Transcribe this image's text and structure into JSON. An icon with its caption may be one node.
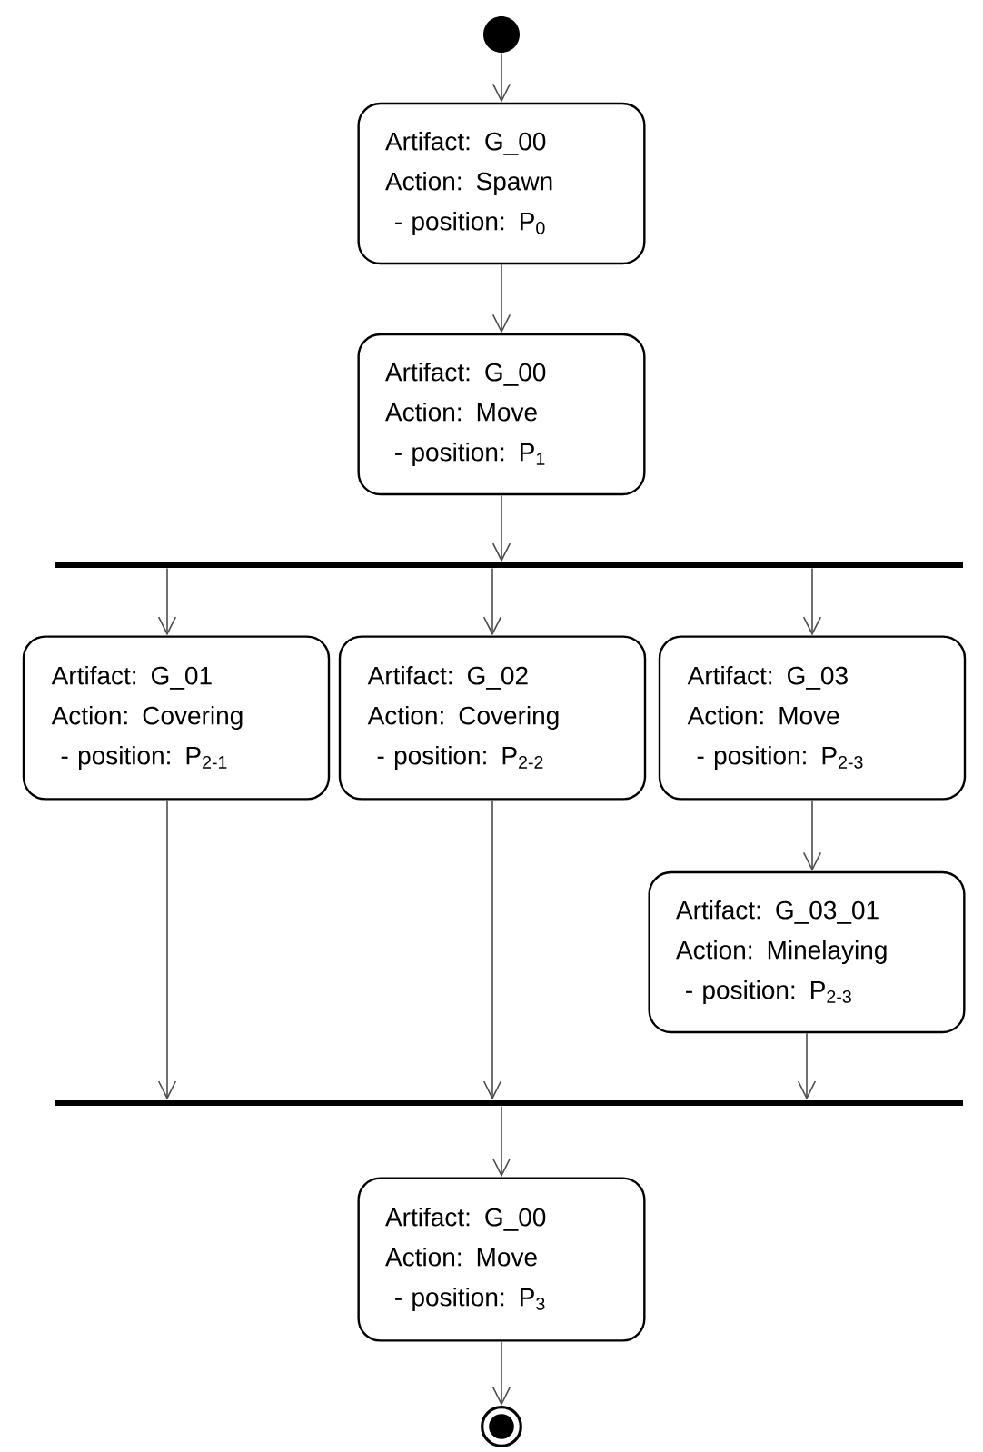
{
  "diagram": {
    "nodes": [
      {
        "text": [],
        "shape": "circle"
      },
      {
        "text": [
          "Artifact: G_00",
          "Action: Spawn",
          "- position: P$_{0}$"
        ]
      },
      {
        "text": [
          "Artifact: G_00",
          "Action: Move",
          "- position: P$_{1}$"
        ]
      },
      {
        "text": [],
        "shape": "bar"
      },
      {
        "text": [
          "Artifact: G_01",
          "Action: Covering",
          "- position: P$_{2-1}$"
        ]
      },
      {
        "text": [
          "Artifact: G_02",
          "Action: Covering",
          "- position: P$_{2-2}$"
        ]
      },
      {
        "text": [
          "Artifact: G_03",
          "Action: Move",
          "- position: P$_{2-3}$"
        ]
      },
      {
        "text": [
          "Artifact: G_03_01",
          "Action: Minelaying",
          "- position: P$_{2-3}$"
        ]
      },
      {
        "text": [],
        "shape": "bar"
      },
      {
        "text": [
          "Artifact: G_00",
          "Action: Move",
          "- position: P$_{3}$"
        ]
      },
      {
        "text": [],
        "shape": "circle"
      }
    ],
    "edges": [
      {
        "from": 0,
        "to": 1,
        "arrow": "to"
      },
      {
        "from": 1,
        "to": 2,
        "arrow": "to"
      },
      {
        "from": 2,
        "to": 3,
        "arrow": "to"
      },
      {
        "from": 3,
        "to": 4,
        "arrow": "to"
      },
      {
        "from": 3,
        "to": 5,
        "arrow": "to"
      },
      {
        "from": 3,
        "to": 6,
        "arrow": "to"
      },
      {
        "from": 6,
        "to": 7,
        "arrow": "to"
      },
      {
        "from": 4,
        "to": 8,
        "arrow": "to"
      },
      {
        "from": 5,
        "to": 8,
        "arrow": "to"
      },
      {
        "from": 7,
        "to": 8,
        "arrow": "to"
      },
      {
        "from": 8,
        "to": 9,
        "arrow": "to"
      },
      {
        "from": 9,
        "to": 10,
        "arrow": "to"
      }
    ]
  }
}
